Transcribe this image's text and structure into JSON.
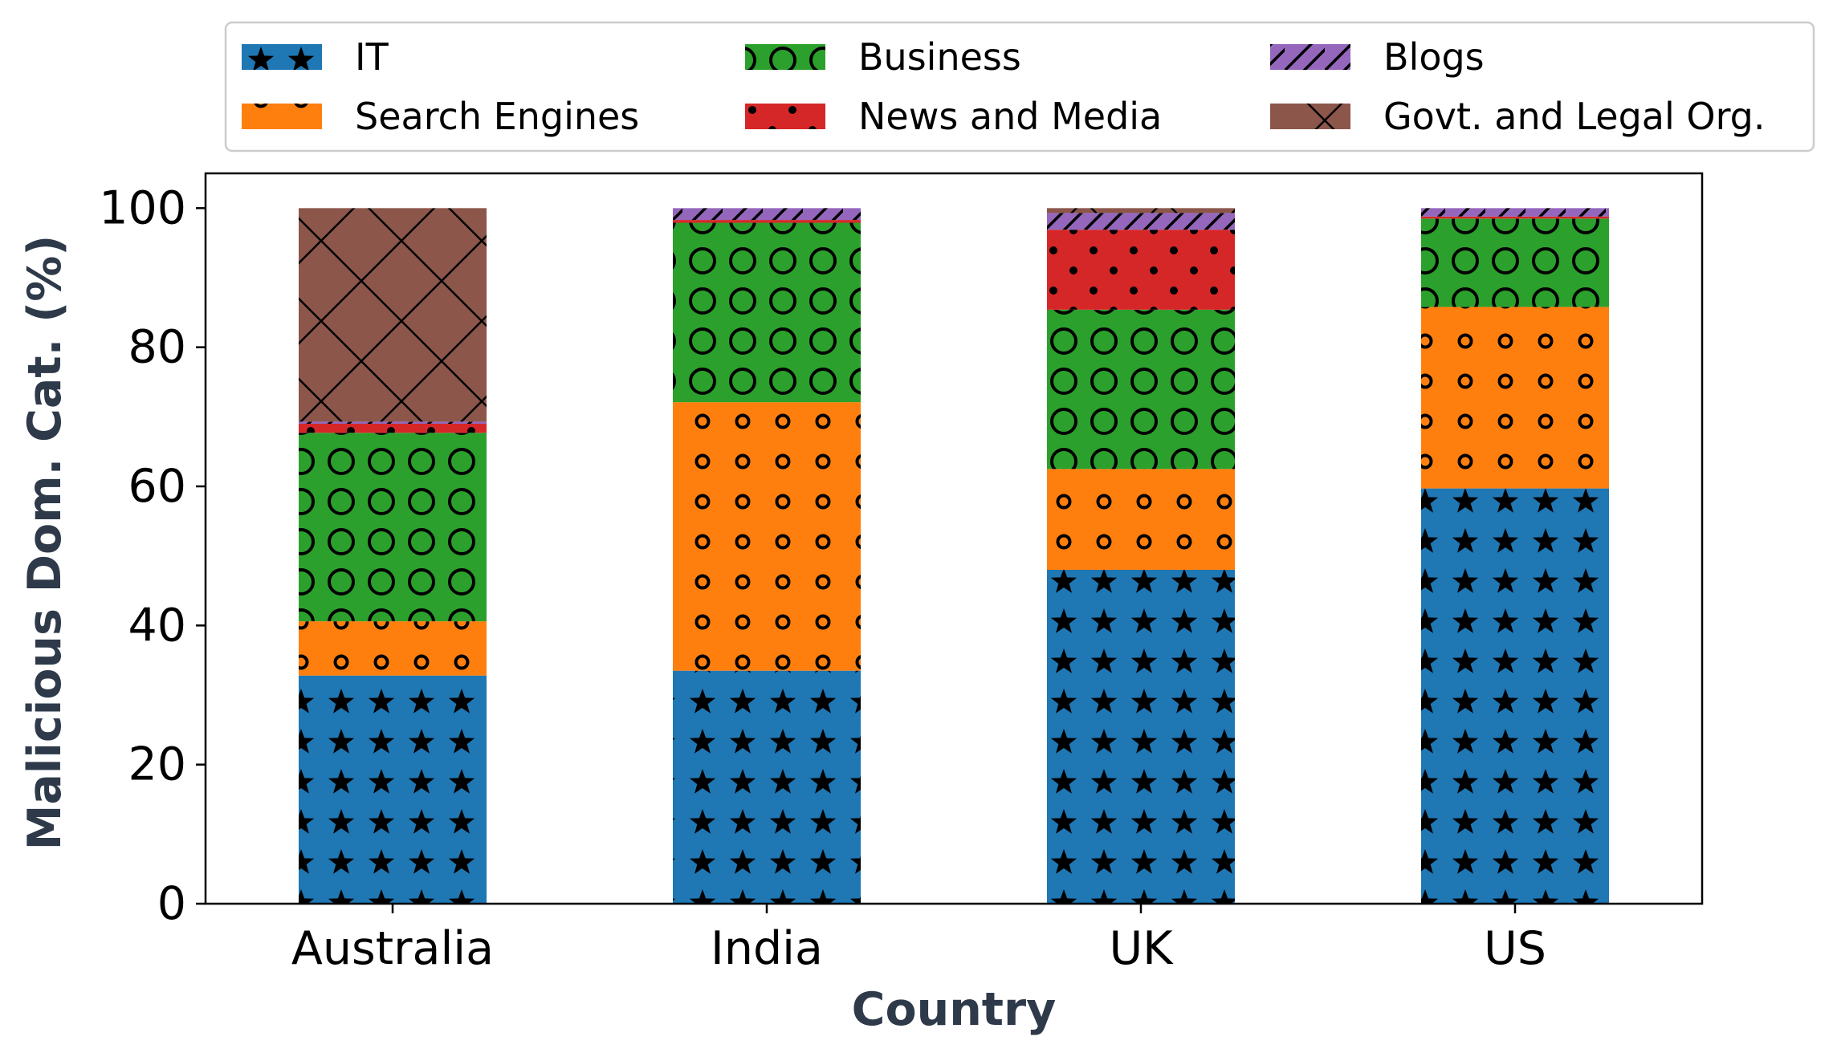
{
  "chart_data": {
    "type": "bar",
    "stacked": true,
    "categories": [
      "Australia",
      "India",
      "UK",
      "US"
    ],
    "series": [
      {
        "name": "IT",
        "color": "#1f77b4",
        "hatch": "stars",
        "values": [
          32.8,
          33.5,
          48.0,
          59.7
        ]
      },
      {
        "name": "Search Engines",
        "color": "#ff7f0e",
        "hatch": "small-circles",
        "values": [
          7.8,
          38.6,
          14.5,
          26.1
        ]
      },
      {
        "name": "Business",
        "color": "#2ca02c",
        "hatch": "large-circles",
        "values": [
          27.1,
          25.8,
          22.9,
          12.7
        ]
      },
      {
        "name": "News and Media",
        "color": "#d62728",
        "hatch": "dots",
        "values": [
          1.3,
          0.4,
          11.5,
          0.3
        ]
      },
      {
        "name": "Blogs",
        "color": "#9467bd",
        "hatch": "diagonal",
        "values": [
          0.3,
          1.7,
          2.4,
          1.2
        ]
      },
      {
        "name": "Govt. and Legal Org.",
        "color": "#8c564b",
        "hatch": "cross",
        "values": [
          30.7,
          0.0,
          0.7,
          0.0
        ]
      }
    ],
    "xlabel": "Country",
    "ylabel": "Malicious Dom. Cat. (%)",
    "ylim": [
      0,
      105
    ],
    "yticks": [
      0,
      20,
      40,
      60,
      80,
      100
    ],
    "grid": false,
    "legend_position": "top"
  }
}
